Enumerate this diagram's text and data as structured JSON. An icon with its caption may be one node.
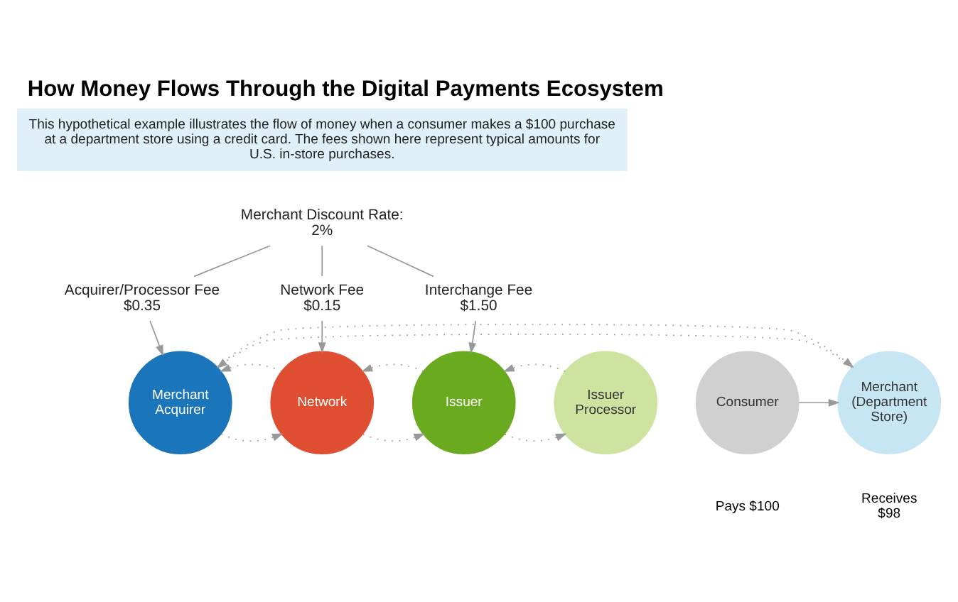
{
  "diagram": {
    "title": "How Money Flows Through the Digital Payments Ecosystem",
    "nodes": [
      {
        "text": [
          "This hypothetical example illustrates the flow of money when a consumer makes a $100 purchase at a department store using a credit card. The fees shown here represent typical amounts for U.S. in-store purchases."
        ]
      },
      {
        "text": [
          "Merchant Discount Rate: 2%"
        ]
      },
      {
        "text": [
          "Acquirer/Processor Fee $0.35"
        ]
      },
      {
        "text": [
          "Network Fee $0.15"
        ]
      },
      {
        "text": [
          "Interchange Fee $1.50"
        ]
      },
      {
        "text": [
          "Consumer"
        ],
        "beside": [
          "Pays $100"
        ]
      },
      {
        "text": [
          "Merchant",
          "(Department Store)"
        ],
        "beside": [
          "Receives $98"
        ]
      },
      {
        "text": [
          "Merchant Acquirer"
        ]
      },
      {
        "text": [
          "Network"
        ]
      },
      {
        "text": [
          "Issuer"
        ]
      },
      {
        "text": [
          "Issuer Processor"
        ]
      }
    ],
    "edges": [
      {
        "from": 1,
        "to": 2,
        "arrow": "none"
      },
      {
        "from": 1,
        "to": 3,
        "arrow": "none"
      },
      {
        "from": 1,
        "to": 4,
        "arrow": "none"
      },
      {
        "from": 2,
        "to": 7,
        "arrow": "to"
      },
      {
        "from": 3,
        "to": 8,
        "arrow": "to"
      },
      {
        "from": 4,
        "to": 9,
        "arrow": "to"
      },
      {
        "from": 5,
        "to": 6,
        "arrow": "to"
      },
      {
        "from": 6,
        "to": 7,
        "arrow": "to",
        "style": "dashed"
      },
      {
        "from": 7,
        "to": 6,
        "arrow": "to",
        "style": "dashed"
      },
      {
        "from": 7,
        "to": 8,
        "arrow": "to",
        "style": "dashed"
      },
      {
        "from": 8,
        "to": 7,
        "arrow": "to",
        "style": "dashed"
      },
      {
        "from": 8,
        "to": 9,
        "arrow": "to",
        "style": "dashed"
      },
      {
        "from": 9,
        "to": 8,
        "arrow": "to",
        "style": "dashed"
      },
      {
        "from": 9,
        "to": 10,
        "arrow": "to",
        "style": "dashed"
      },
      {
        "from": 10,
        "to": 9,
        "arrow": "to",
        "style": "dashed"
      }
    ]
  }
}
